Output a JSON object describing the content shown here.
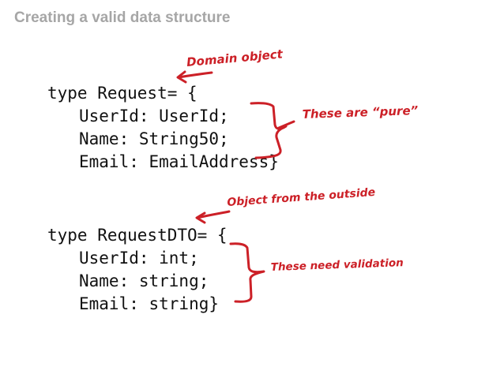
{
  "slide": {
    "title": "Creating a valid data structure"
  },
  "code_blocks": [
    {
      "lines": [
        "type Request= {",
        "UserId: UserId;",
        "Name: String50;",
        "Email: EmailAddress}"
      ]
    },
    {
      "lines": [
        "type RequestDTO= {",
        "UserId: int;",
        "Name: string;",
        "Email: string}"
      ]
    }
  ],
  "annotations": {
    "domain_object": "Domain object",
    "pure": "These are “pure”",
    "outside": "Object from the outside",
    "validation": "These need validation"
  },
  "colors": {
    "title": "#a6a6a6",
    "code": "#111111",
    "annotation": "#cc2027"
  }
}
